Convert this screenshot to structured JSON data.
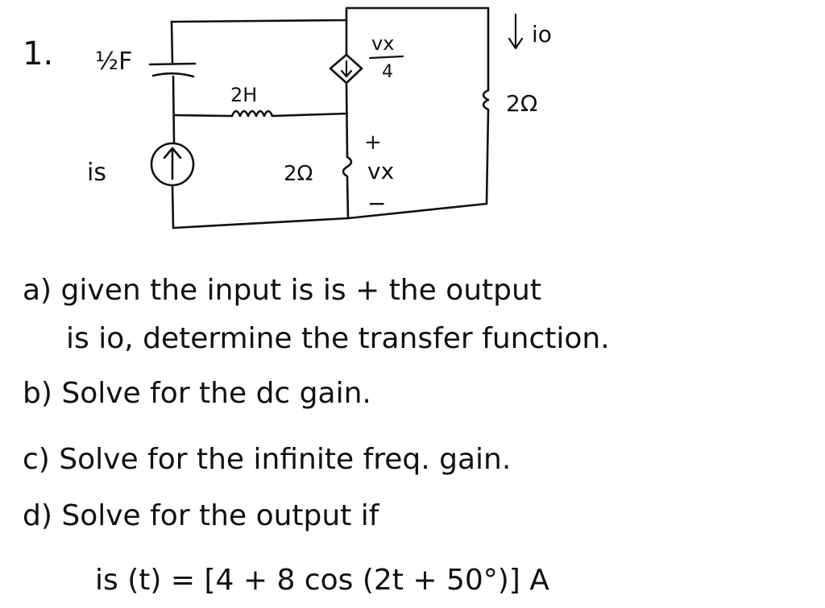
{
  "problem_number": "1.",
  "circuit": {
    "capacitor_label": "½F",
    "inductor_label": "2H",
    "source_label": "is",
    "dependent_source_num": "vx",
    "dependent_source_den": "4",
    "output_current_label": "io",
    "resistor_right_label": "2Ω",
    "resistor_middle_label": "2Ω",
    "vx_plus": "+",
    "vx_label": "vx",
    "vx_minus": "−"
  },
  "questions": [
    {
      "line1": "a) given the input is is + the output",
      "line2": "is io, determine the transfer function."
    },
    {
      "line1": "b) Solve for the dc gain."
    },
    {
      "line1": "c) Solve for the infinite freq. gain."
    },
    {
      "line1": "d) Solve for the output if",
      "line2": "is (t) = [4 + 8 cos (2t + 50°)] A"
    }
  ]
}
